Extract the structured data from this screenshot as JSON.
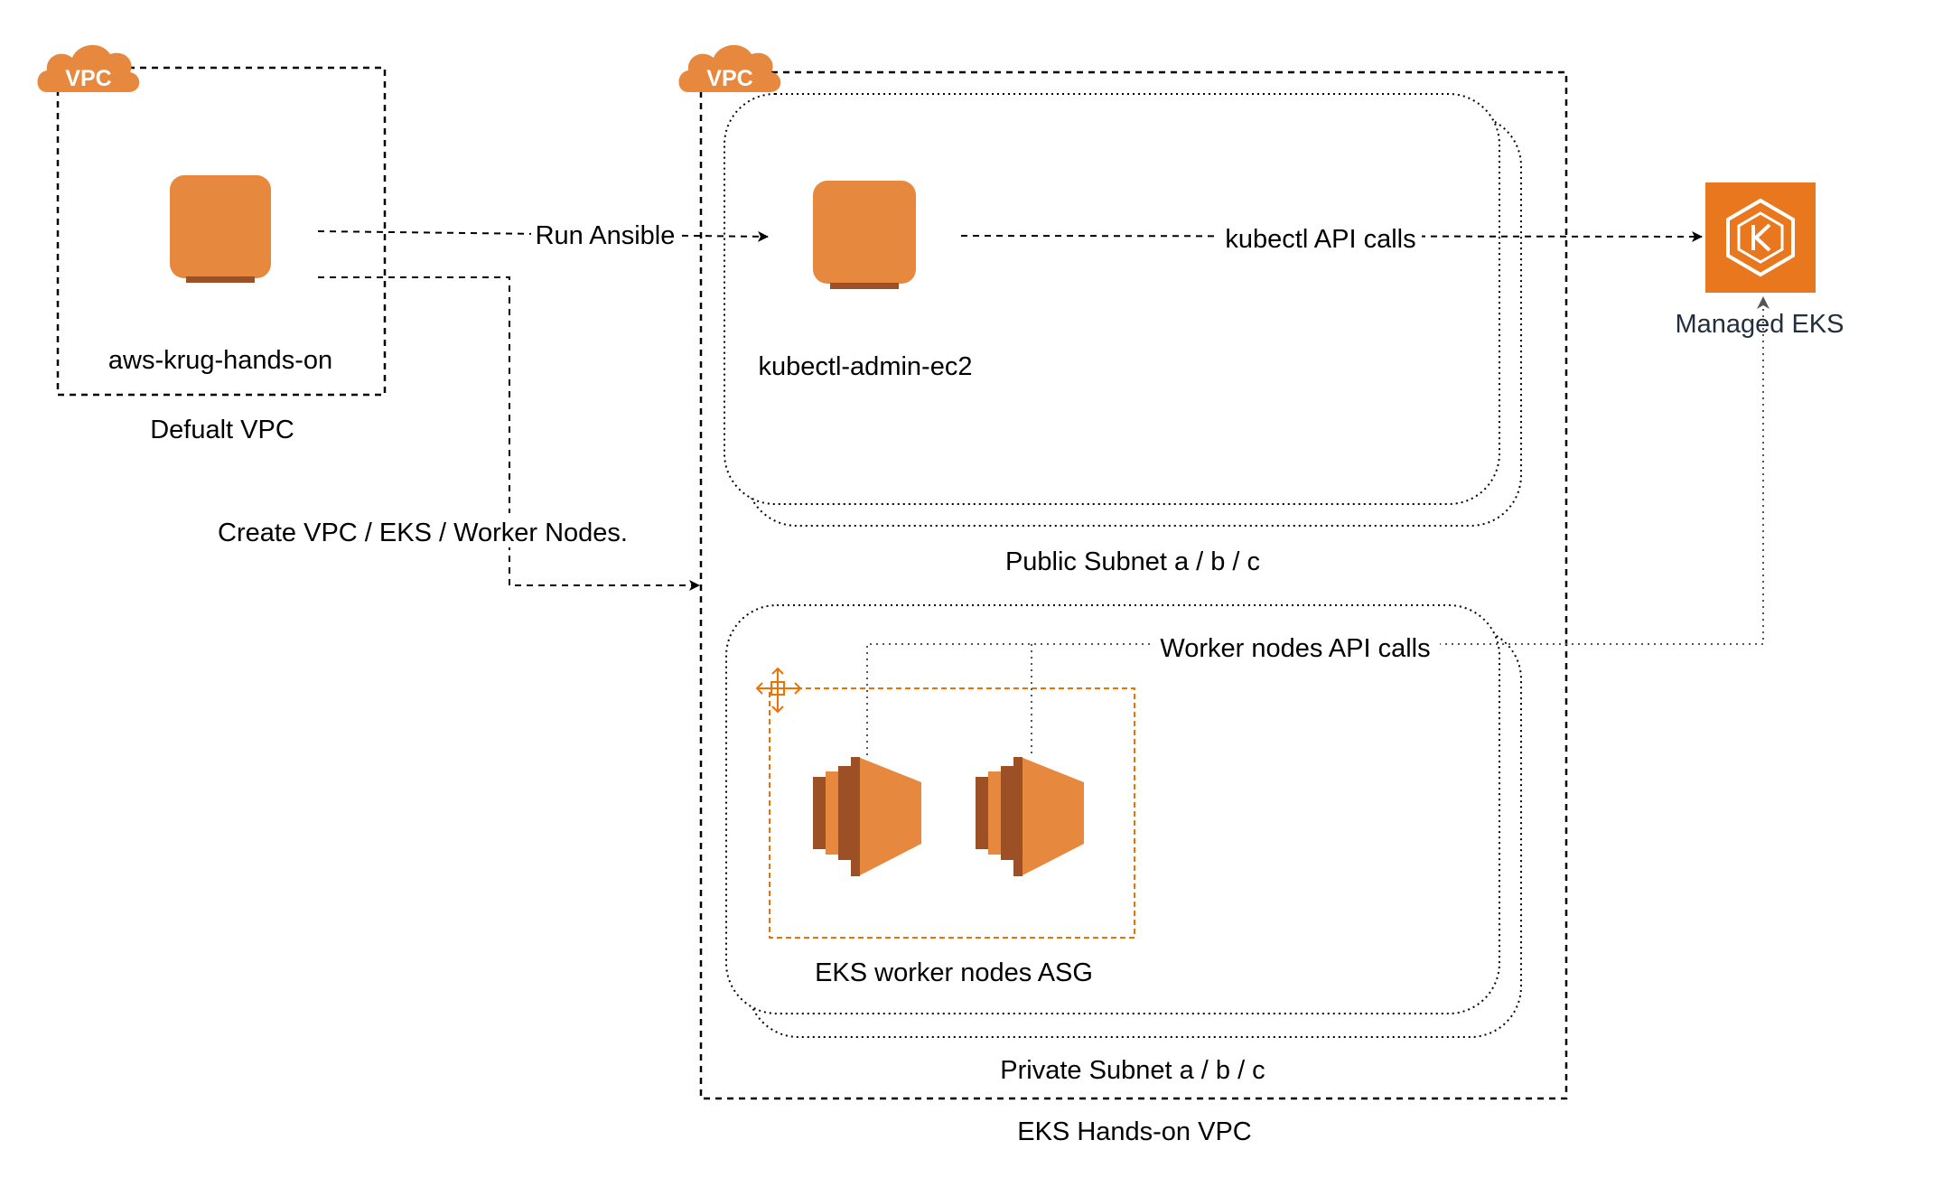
{
  "colors": {
    "aws_orange": "#E7883F",
    "eks_orange": "#E8771E",
    "line": "#000000",
    "asg_border": "#ED7100",
    "eks_label": "#232F3E"
  },
  "icons": {
    "vpc_badge": "vpc-cloud-icon",
    "instance": "ec2-instance-icon",
    "compute": "ec2-compute-icon",
    "eks": "eks-service-icon",
    "asg": "auto-scaling-group-icon"
  },
  "default_vpc": {
    "badge": "VPC",
    "instance_label": "aws-krug-hands-on",
    "title": "Defualt VPC"
  },
  "eks_vpc": {
    "badge": "VPC",
    "title": "EKS Hands-on VPC",
    "public_subnet": {
      "title": "Public Subnet a / b / c",
      "instance_label": "kubectl-admin-ec2"
    },
    "private_subnet": {
      "title": "Private Subnet a / b / c",
      "asg_label": "EKS worker nodes ASG"
    }
  },
  "managed_eks": {
    "label": "Managed EKS"
  },
  "edges": {
    "run_ansible": "Run Ansible",
    "kubectl_calls": "kubectl API calls",
    "worker_calls": "Worker nodes API calls",
    "create": "Create VPC / EKS / Worker Nodes."
  }
}
